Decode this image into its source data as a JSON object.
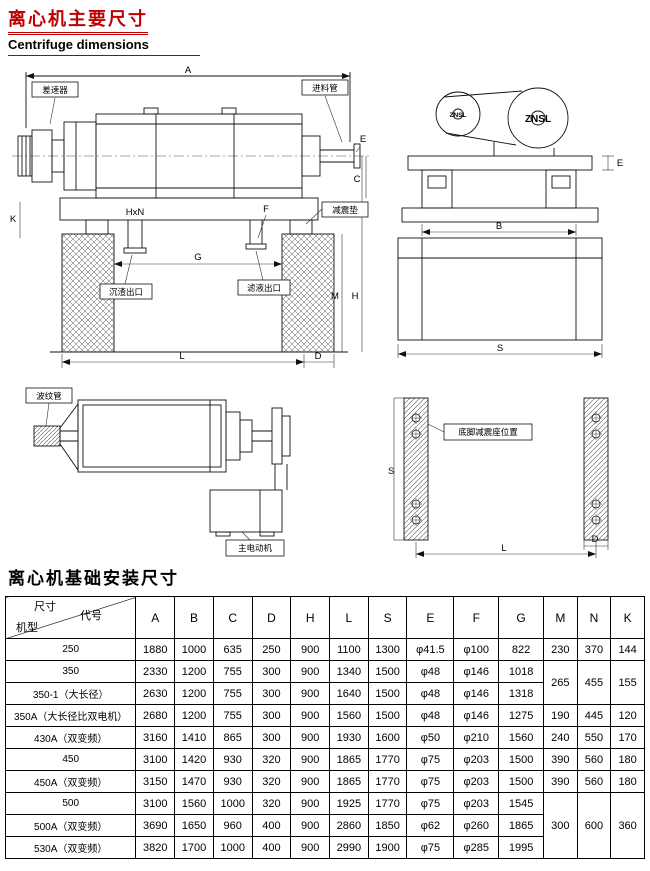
{
  "page": {
    "title_cn": "离心机主要尺寸",
    "title_en": "Centrifuge dimensions",
    "section_title": "离心机基础安装尺寸"
  },
  "colors": {
    "title_red": "#c00000",
    "line": "#000000"
  },
  "drawings": {
    "side_view": {
      "callouts": {
        "differential": "差速器",
        "feed_pipe": "进料管",
        "shock_pad": "减震垫",
        "sediment_outlet": "沉渣出口",
        "filtrate_outlet": "滤液出口"
      },
      "dims": {
        "A": "A",
        "E": "E",
        "C": "C",
        "K": "K",
        "HxN": "HxN",
        "G": "G",
        "F": "F",
        "M": "M",
        "H": "H",
        "L": "L",
        "D": "D"
      }
    },
    "end_view": {
      "logo_left": "ZNSL",
      "logo_right": "ZNSL",
      "dims": {
        "E": "E",
        "B": "B",
        "S": "S"
      }
    },
    "rotor_view": {
      "callouts": {
        "bellows": "波纹管",
        "main_motor": "主电动机"
      }
    },
    "foundation_view": {
      "callouts": {
        "foot_mount_position": "底脚减震座位置"
      },
      "dims": {
        "S": "S",
        "L": "L",
        "D": "D"
      }
    }
  },
  "table": {
    "corner": {
      "dim": "尺寸",
      "code": "代号",
      "model": "机型"
    },
    "columns": [
      "A",
      "B",
      "C",
      "D",
      "H",
      "L",
      "S",
      "E",
      "F",
      "G",
      "M",
      "N",
      "K"
    ],
    "rows": [
      {
        "model": "250",
        "values": [
          "1880",
          "1000",
          "635",
          "250",
          "900",
          "1100",
          "1300",
          "φ41.5",
          "φ100",
          "822",
          "230",
          "370",
          "144"
        ]
      },
      {
        "model": "350",
        "values": [
          "2330",
          "1200",
          "755",
          "300",
          "900",
          "1340",
          "1500",
          "φ48",
          "φ146",
          "1018",
          {
            "v": "265",
            "rs": 2
          },
          {
            "v": "455",
            "rs": 2
          },
          {
            "v": "155",
            "rs": 2
          }
        ]
      },
      {
        "model": "350-1（大长径）",
        "values": [
          "2630",
          "1200",
          "755",
          "300",
          "900",
          "1640",
          "1500",
          "φ48",
          "φ146",
          "1318"
        ]
      },
      {
        "model": "350A（大长径比双电机）",
        "values": [
          "2680",
          "1200",
          "755",
          "300",
          "900",
          "1560",
          "1500",
          "φ48",
          "φ146",
          "1275",
          "190",
          "445",
          "120"
        ]
      },
      {
        "model": "430A（双变频）",
        "values": [
          "3160",
          "1410",
          "865",
          "300",
          "900",
          "1930",
          "1600",
          "φ50",
          "φ210",
          "1560",
          "240",
          "550",
          "170"
        ]
      },
      {
        "model": "450",
        "values": [
          "3100",
          "1420",
          "930",
          "320",
          "900",
          "1865",
          "1770",
          "φ75",
          "φ203",
          "1500",
          "390",
          "560",
          "180"
        ]
      },
      {
        "model": "450A（双变频）",
        "values": [
          "3150",
          "1470",
          "930",
          "320",
          "900",
          "1865",
          "1770",
          "φ75",
          "φ203",
          "1500",
          "390",
          "560",
          "180"
        ]
      },
      {
        "model": "500",
        "values": [
          "3100",
          "1560",
          "1000",
          "320",
          "900",
          "1925",
          "1770",
          "φ75",
          "φ203",
          "1545",
          {
            "v": "300",
            "rs": 3
          },
          {
            "v": "600",
            "rs": 3
          },
          {
            "v": "360",
            "rs": 3
          }
        ]
      },
      {
        "model": "500A（双变频）",
        "values": [
          "3690",
          "1650",
          "960",
          "400",
          "900",
          "2860",
          "1850",
          "φ62",
          "φ260",
          "1865"
        ]
      },
      {
        "model": "530A（双变频）",
        "values": [
          "3820",
          "1700",
          "1000",
          "400",
          "900",
          "2990",
          "1900",
          "φ75",
          "φ285",
          "1995"
        ]
      }
    ]
  }
}
